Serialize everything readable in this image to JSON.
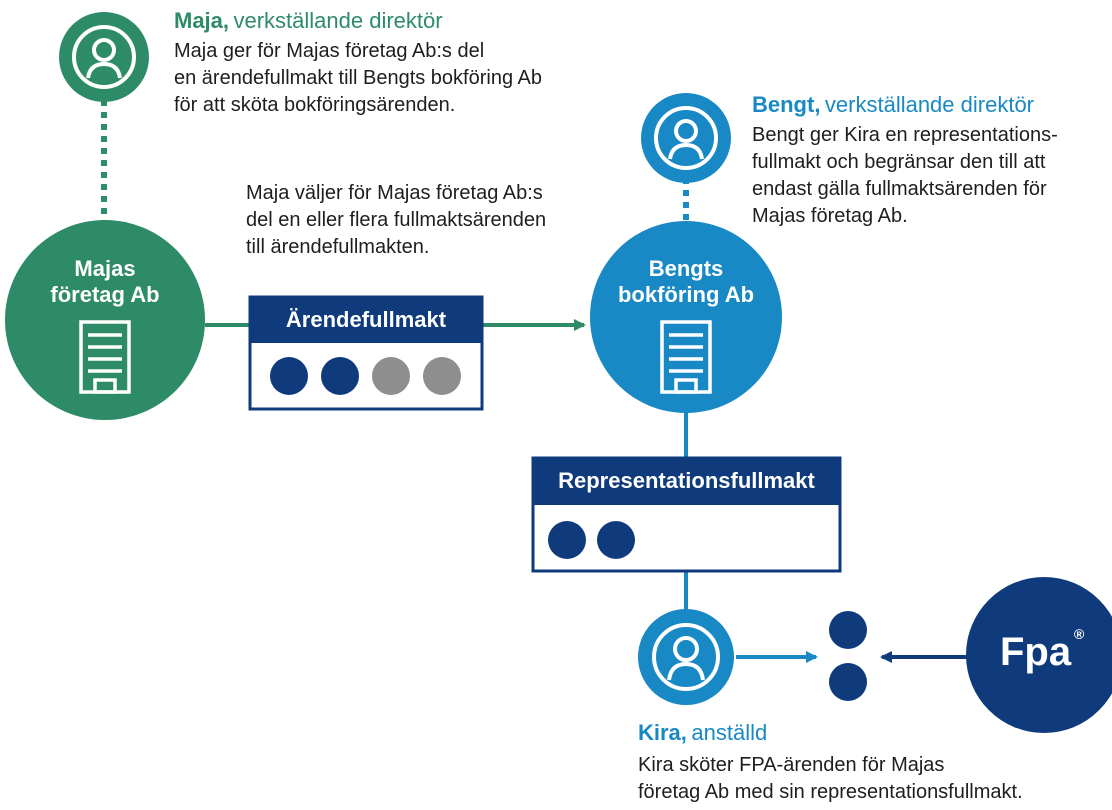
{
  "colors": {
    "green": "#2e8b68",
    "teal": "#1889c4",
    "navy": "#0f3b7c",
    "grey": "#8e8e8e",
    "dotted_green": "#2e8b68"
  },
  "maja": {
    "name": "Maja,",
    "role": "verkställande direktör",
    "desc": [
      "Maja ger för Majas företag Ab:s del",
      "en ärendefullmakt till Bengts bokföring Ab",
      "för att sköta bokföringsärenden."
    ],
    "icon": "person-icon"
  },
  "majas_company": {
    "label": [
      "Majas",
      "företag Ab"
    ],
    "icon": "building-icon"
  },
  "selection_note": [
    "Maja väljer för Majas företag Ab:s",
    "del en eller flera fullmaktsärenden",
    "till ärendefullmakten."
  ],
  "arendefullmakt": {
    "title": "Ärendefullmakt",
    "dots": [
      "navy",
      "navy",
      "grey",
      "grey"
    ]
  },
  "bengt": {
    "name": "Bengt,",
    "role": "verkställande direktör",
    "desc": [
      "Bengt ger Kira en representations-",
      "fullmakt och begränsar den till att",
      "endast gälla fullmaktsärenden för",
      "Majas företag Ab."
    ],
    "icon": "person-icon"
  },
  "bengts_company": {
    "label": [
      "Bengts",
      "bokföring Ab"
    ],
    "icon": "building-icon"
  },
  "representationsfullmakt": {
    "title": "Representationsfullmakt",
    "dots": [
      "navy",
      "navy"
    ]
  },
  "kira": {
    "name": "Kira,",
    "role": "anställd",
    "desc": [
      "Kira sköter FPA-ärenden för Majas",
      "företag Ab med sin representationsfullmakt."
    ],
    "icon": "person-icon"
  },
  "fpa": {
    "label": "Fpa",
    "reg": "®"
  }
}
